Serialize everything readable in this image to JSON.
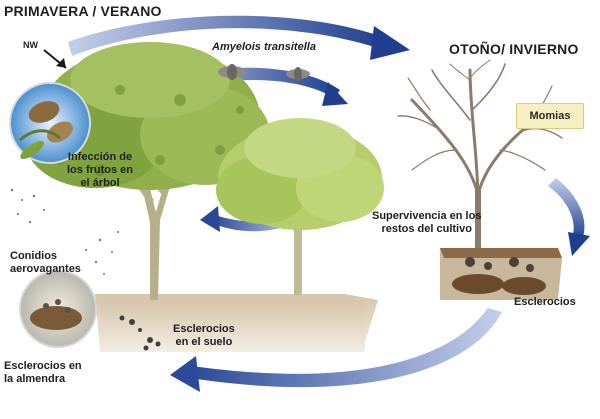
{
  "labels": {
    "primavera_verano": "PRIMAVERA / VERANO",
    "otono_invierno": "OTOÑO/ INVIERNO",
    "nw": "NW",
    "amyelois": "Amyelois transitella",
    "infeccion": [
      "Infección de",
      "los frutos en",
      "el árbol"
    ],
    "momias": "Momias",
    "supervivencia": [
      "Supervivencia en los",
      "restos del cultivo"
    ],
    "conidios": [
      "Conidios",
      "aerovagantes"
    ],
    "esclerocios_suelo": [
      "Esclerocios",
      "en el suelo"
    ],
    "esclerocios": "Esclerocios",
    "esclerocios_almendra": [
      "Esclerocios en",
      "la almendra"
    ]
  },
  "colors": {
    "arrow_dark": "#1f3e8f",
    "arrow_light": "#c4cfea",
    "foliage": "#8fb04a",
    "foliage_light": "#b5cd6a",
    "trunk": "#b6b08a",
    "bare_branches": "#8c7a6a",
    "soil": "#c9b79b",
    "momias_bg": "#f6efbf"
  }
}
